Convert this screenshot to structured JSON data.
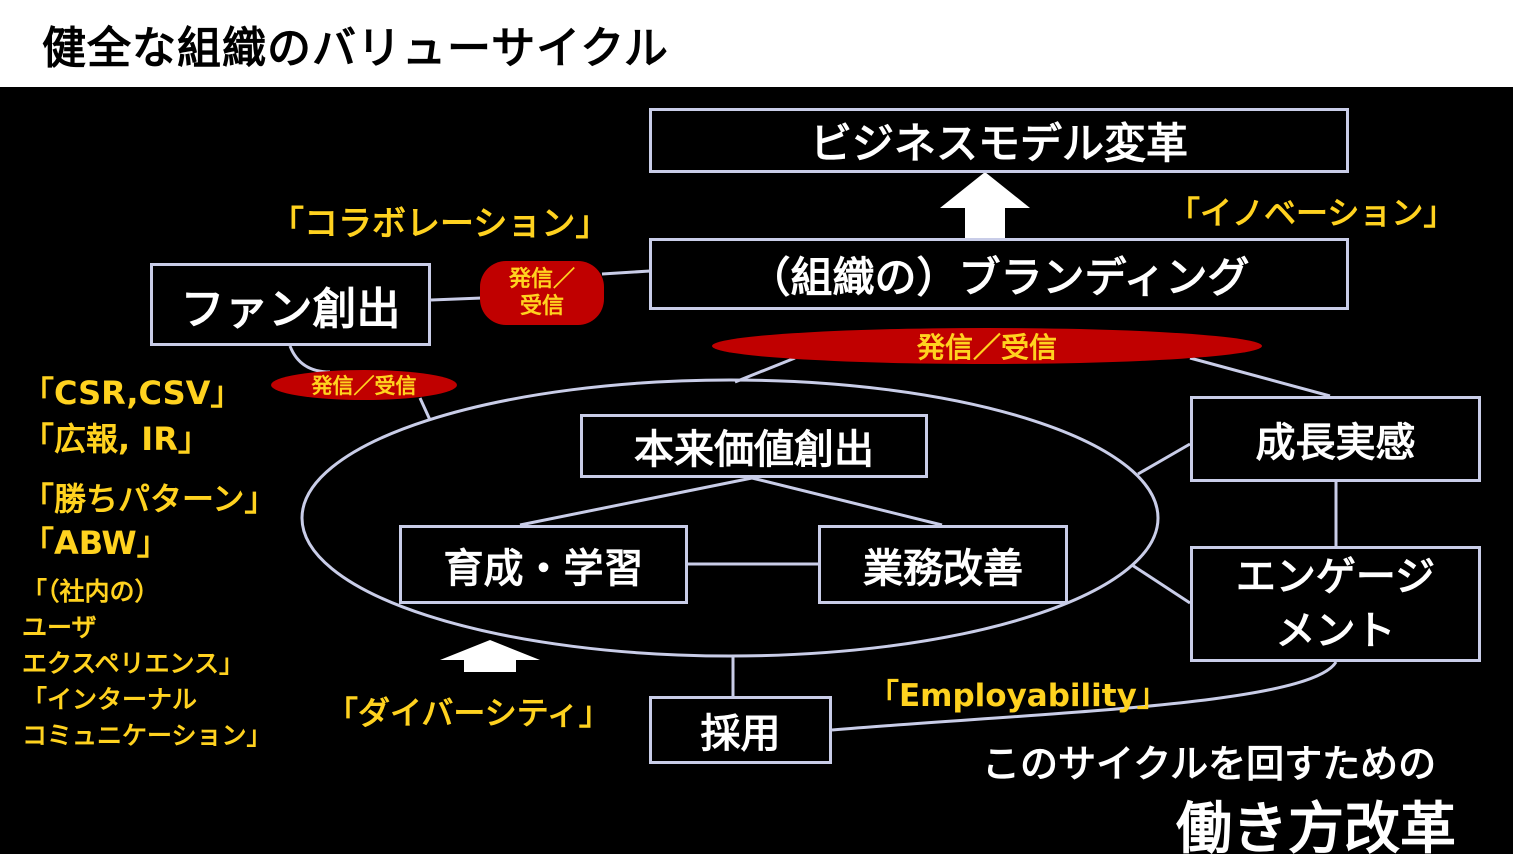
{
  "title": "健全な組織のバリューサイクル",
  "boxes": {
    "business_model": "ビジネスモデル変革",
    "branding": "（組織の）ブランディング",
    "fan": "ファン創出",
    "true_value": "本来価値創出",
    "training": "育成・学習",
    "improvement": "業務改善",
    "growth": "成長実感",
    "engagement_1": "エンゲージ",
    "engagement_2": "メント",
    "hiring": "採用"
  },
  "pills": {
    "small_1": "発信／",
    "small_2": "受信",
    "big": "発信／受信",
    "left": "発信／受信"
  },
  "labels": {
    "collab": "「コラボレーション」",
    "innovation": "「イノベーション」",
    "csr": "「CSR,CSV」",
    "pr": "「広報, IR」",
    "pattern": "「勝ちパターン」",
    "abw": "「ABW」",
    "ux_1": "「（社内の）",
    "ux_2": "ユーザ",
    "ux_3": "エクスペリエンス」",
    "internal_1": "「インターナル",
    "internal_2": "コミュニケーション」",
    "diversity": "「ダイバーシティ」",
    "employability": "「Employability」"
  },
  "footer": {
    "line1": "このサイクルを回すための",
    "line2": "働き方改革"
  },
  "colors": {
    "background": "#000000",
    "box_border": "#c9cde8",
    "accent_yellow": "#ffd21f",
    "pill_red": "#c00000"
  }
}
